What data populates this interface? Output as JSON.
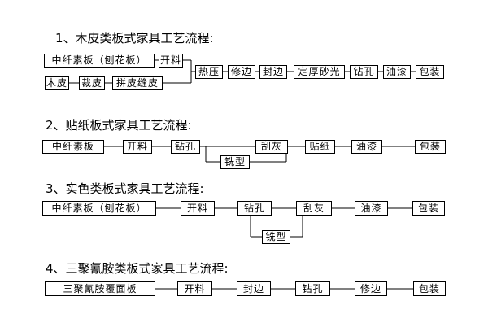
{
  "flows": [
    {
      "title": "1、木皮类板式家具工艺流程:",
      "steps": {
        "s1": "中纤素板（刨花板）",
        "s2": "开料",
        "s3": "木皮",
        "s4": "裁皮",
        "s5": "拼皮缝皮",
        "s6": "热压",
        "s7": "修边",
        "s8": "封边",
        "s9": "定厚砂光",
        "s10": "钻孔",
        "s11": "油漆",
        "s12": "包装"
      }
    },
    {
      "title": "2、贴纸板式家具工艺流程:",
      "steps": {
        "s1": "中纤素板",
        "s2": "开料",
        "s3": "钻孔",
        "s4": "铣型",
        "s5": "刮灰",
        "s6": "贴纸",
        "s7": "油漆",
        "s8": "包装"
      }
    },
    {
      "title": "3、实色类板式家具工艺流程:",
      "steps": {
        "s1": "中纤素板（刨花板）",
        "s2": "开料",
        "s3": "钻孔",
        "s4": "铣型",
        "s5": "刮灰",
        "s6": "油漆",
        "s7": "包装"
      }
    },
    {
      "title": "4、三聚氰胺类板式家具工艺流程:",
      "steps": {
        "s1": "三聚氰胺覆面板",
        "s2": "开料",
        "s3": "封边",
        "s4": "钻孔",
        "s5": "修边",
        "s6": "包装"
      }
    }
  ]
}
